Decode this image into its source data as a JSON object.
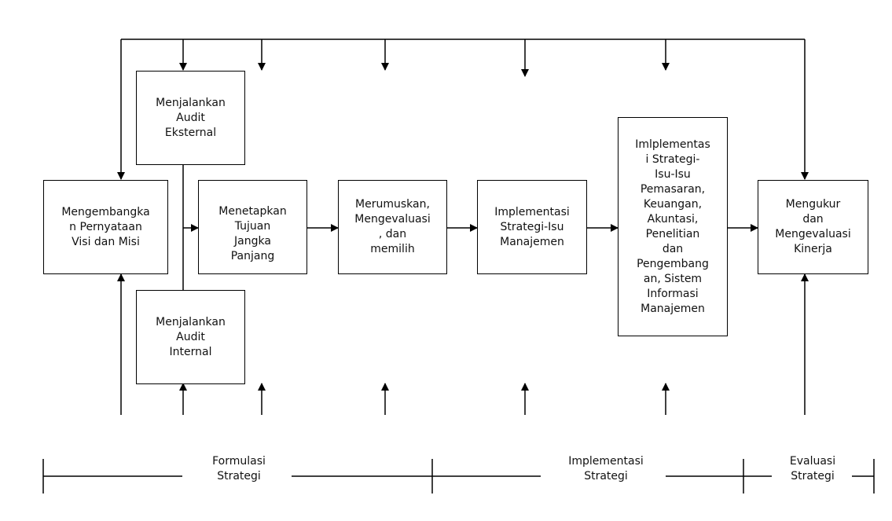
{
  "boxes": {
    "visi_misi": "Mengembangka\nn Pernyataan\nVisi dan Misi",
    "audit_eksternal": "Menjalankan\nAudit\nEksternal",
    "audit_internal": "Menjalankan\nAudit\nInternal",
    "tujuan": "Menetapkan\nTujuan\nJangka\nPanjang",
    "merumuskan": "Merumuskan,\nMengevaluasi\n, dan\nmemilih",
    "implementasi_manajemen": "Implementasi\nStrategi-Isu\nManajemen",
    "implementasi_lainnya": "Imlplementas\ni Strategi-\nIsu-Isu\nPemasaran,\nKeuangan,\nAkuntasi,\nPenelitian\ndan\nPengembang\nan, Sistem\nInformasi\nManajemen",
    "mengukur": "Mengukur\ndan\nMengevaluasi\nKinerja"
  },
  "phases": {
    "formulasi": "Formulasi\nStrategi",
    "implementasi": "Implementasi\nStrategi",
    "evaluasi": "Evaluasi\nStrategi"
  }
}
